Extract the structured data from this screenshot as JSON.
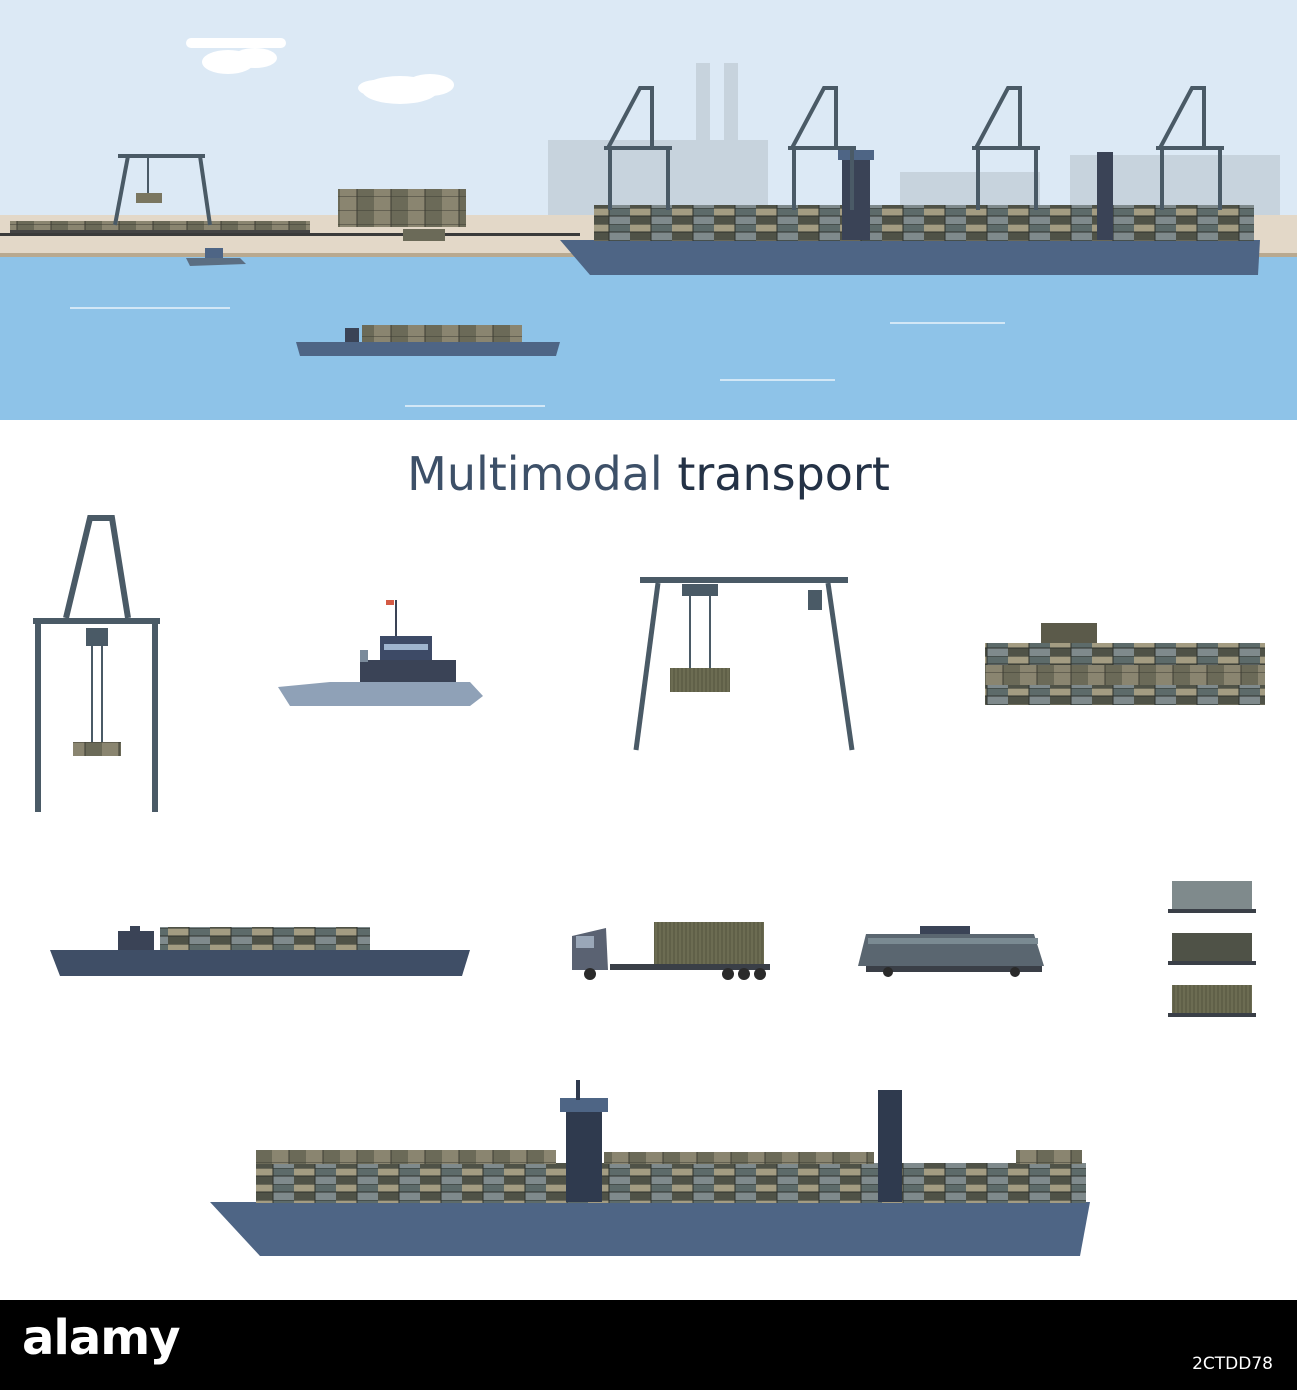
{
  "title": {
    "word1": "Multimodal",
    "word2": "transport"
  },
  "footer": {
    "brand": "alamy",
    "image_code": "2CTDD78"
  },
  "watermark": "alamy",
  "icons": [
    "container-crane-icon",
    "tugboat-icon",
    "gantry-crane-icon",
    "container-stack-icon",
    "river-barge-icon",
    "container-truck-icon",
    "electric-locomotive-icon",
    "freight-wagons-icon",
    "container-ship-icon"
  ],
  "colors": {
    "sky": "#dce9f5",
    "water": "#8ec3e8",
    "quay": "#e3d8c8",
    "steel": "#4a5a66",
    "hull": "#4e6585",
    "title_light": "#3d5068",
    "title_dark": "#243246"
  }
}
